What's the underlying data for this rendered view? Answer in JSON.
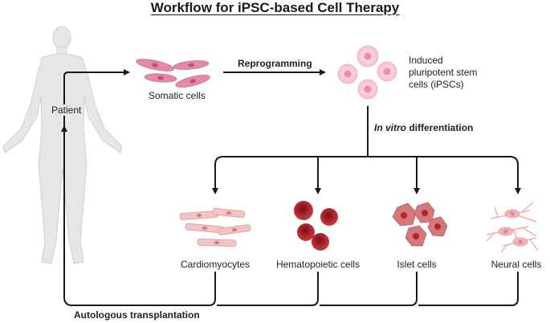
{
  "title": "Workflow for iPSC-based Cell Therapy",
  "labels": {
    "patient": "Patient",
    "somatic_cells": "Somatic cells",
    "reprogramming": "Reprogramming",
    "ipsc_line1": "Induced",
    "ipsc_line2": "pluripotent stem",
    "ipsc_line3": "cells (iPSCs)",
    "differentiation_italic": "In vitro",
    "differentiation_rest": " differentiation",
    "autologous": "Autologous transplantation"
  },
  "targets": [
    {
      "label": "Cardiomyocytes",
      "icon": "cardiomyocyte-icon"
    },
    {
      "label": "Hematopoietic cells",
      "icon": "hematopoietic-cell-icon"
    },
    {
      "label": "Islet cells",
      "icon": "islet-cell-icon"
    },
    {
      "label": "Neural cells",
      "icon": "neural-cell-icon"
    }
  ],
  "colors": {
    "body": "#e6e6e6",
    "somatic": "#e58aa6",
    "ipsc": "#fbd3df",
    "cardio": "#f3c4c4",
    "blood": "#a8232a",
    "islet": "#d4787a",
    "neural": "#f4b4b4",
    "arrow": "#1a1a1a"
  }
}
